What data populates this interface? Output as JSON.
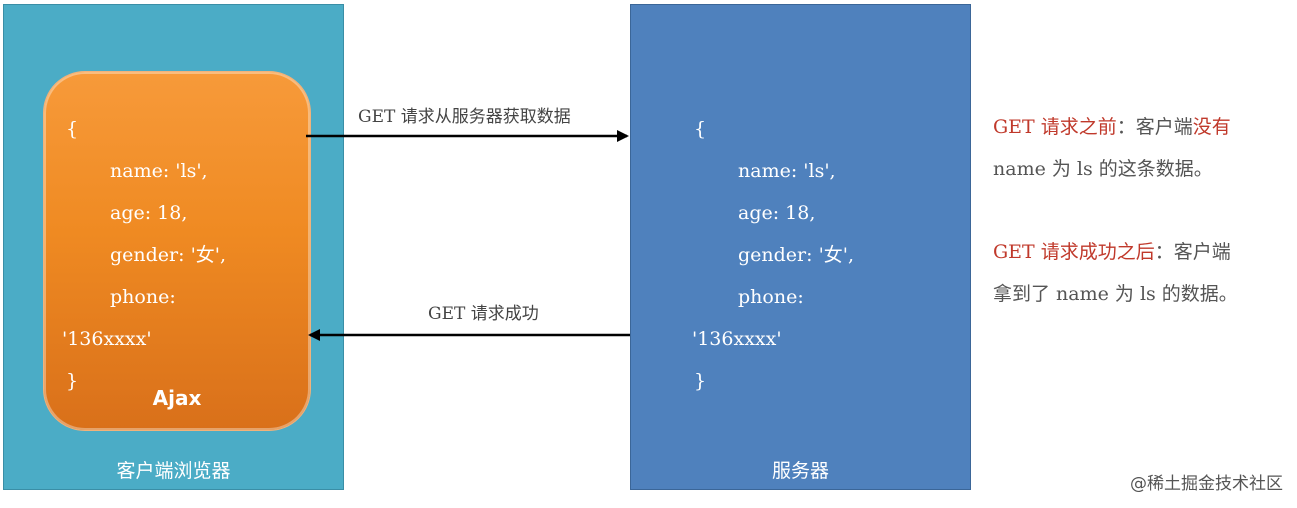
{
  "client": {
    "label": "客户端浏览器",
    "ajax_label": "Ajax",
    "code": {
      "open": "{",
      "name": "name: 'ls',",
      "age": "age: 18,",
      "gender": "gender: '女',",
      "phone": "phone:",
      "phone_value": "'136xxxx'",
      "close": "}"
    }
  },
  "server": {
    "label": "服务器",
    "code": {
      "open": "{",
      "name": "name: 'ls',",
      "age": "age: 18,",
      "gender": "gender: '女',",
      "phone": "phone:",
      "phone_value": "'136xxxx'",
      "close": "}"
    }
  },
  "arrows": {
    "request": "GET 请求从服务器获取数据",
    "response": "GET 请求成功"
  },
  "notes": {
    "before_line1_red1": "GET 请求之前",
    "before_line1_gray": "：客户端",
    "before_line1_red2": "没有",
    "before_line2": "name 为 ls 的这条数据。",
    "after_line1_red": "GET 请求成功之后",
    "after_line1_gray": "：客户端",
    "after_line2": "拿到了 name 为 ls 的数据。"
  },
  "watermark": "@稀土掘金技术社区",
  "colors": {
    "client_panel": "#4bacc6",
    "server_panel": "#4f81bd",
    "ajax_box": "#ef8a22",
    "accent_red": "#c0392b"
  }
}
